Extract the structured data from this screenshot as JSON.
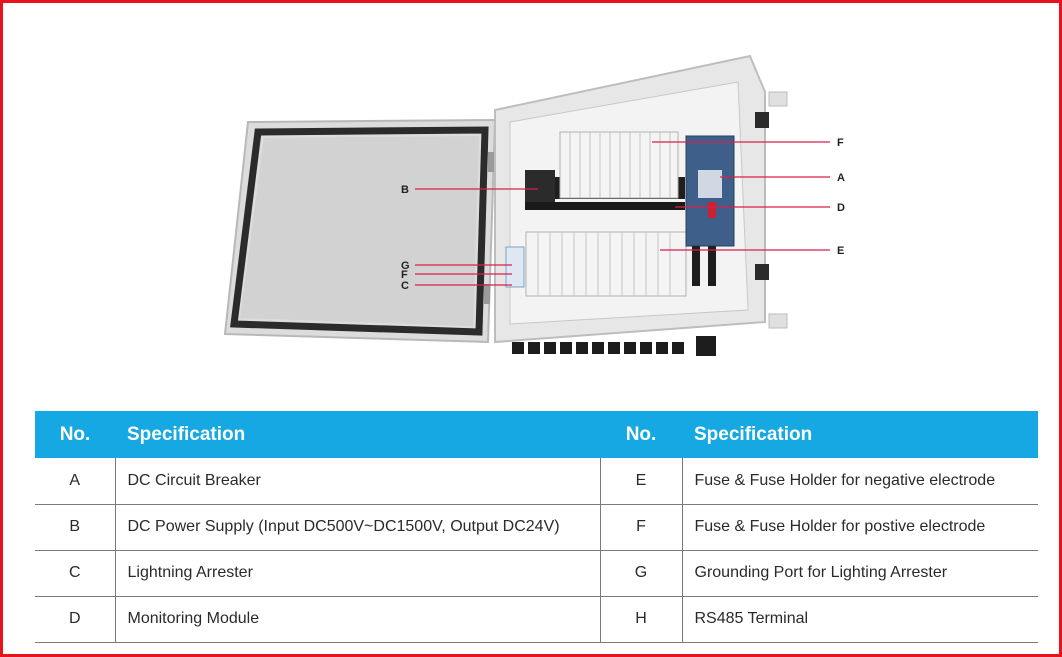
{
  "callouts": [
    "F",
    "A",
    "D",
    "E",
    "B",
    "G",
    "F",
    "C"
  ],
  "table": {
    "headers": [
      "No.",
      "Specification",
      "No.",
      "Specification"
    ],
    "rows": [
      [
        "A",
        "DC Circuit Breaker",
        "E",
        "Fuse & Fuse Holder for negative electrode"
      ],
      [
        "B",
        "DC Power Supply (Input DC500V~DC1500V, Output DC24V)",
        "F",
        "Fuse & Fuse Holder for postive electrode"
      ],
      [
        "C",
        "Lightning Arrester",
        "G",
        "Grounding Port for Lighting Arrester"
      ],
      [
        "D",
        "Monitoring Module",
        "H",
        "RS485 Terminal"
      ]
    ]
  },
  "colors": {
    "border": "#e8141c",
    "header_background": "#16a8e2",
    "header_text": "#ffffff",
    "callout_line": "#d8204a"
  }
}
